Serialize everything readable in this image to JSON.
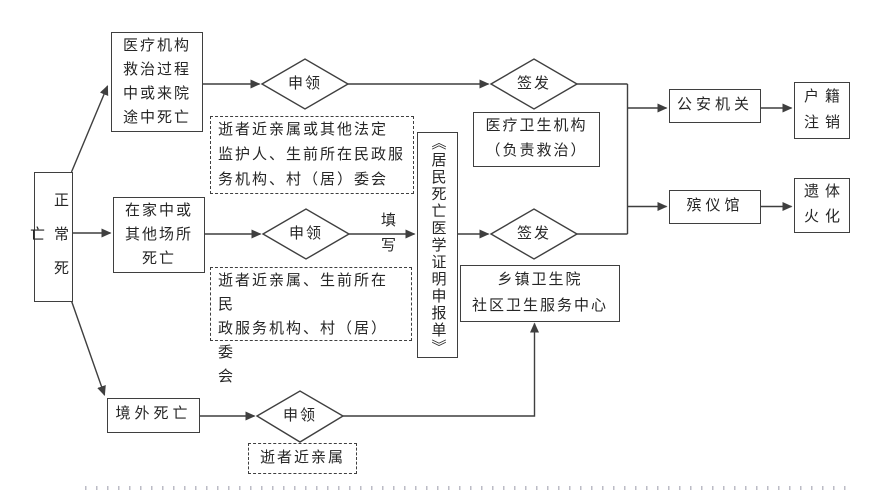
{
  "colors": {
    "line": "#3f3f3f",
    "text": "#262626",
    "background": "#ffffff"
  },
  "flowchart": {
    "root": {
      "label": "正常死亡"
    },
    "branches": {
      "medical": {
        "label": "医疗机构\n救治过程\n中或来院\n途中死亡"
      },
      "home": {
        "label": "在家中或\n其他场所\n死亡"
      },
      "abroad": {
        "label": "境外死亡"
      }
    },
    "decisions": {
      "apply": "申领",
      "issue": "签发"
    },
    "edge_labels": {
      "fill": "填写"
    },
    "applicants": {
      "medical": "逝者近亲属或其他法定\n监护人、生前所在民政服\n务机构、村（居）委会",
      "home": "逝者近亲属、生前所在民\n政服务机构、村（居）委\n会",
      "abroad": "逝者近亲属"
    },
    "document": {
      "label": "《居民死亡医学证明申报单》"
    },
    "issuers": {
      "medical": "医疗卫生机构\n（负责救治）",
      "township": "乡镇卫生院\n社区卫生服务中心"
    },
    "outcomes": {
      "police": "公安机关",
      "household": "户籍\n注销",
      "funeral": "殡仪馆",
      "cremation": "遗体\n火化"
    }
  }
}
